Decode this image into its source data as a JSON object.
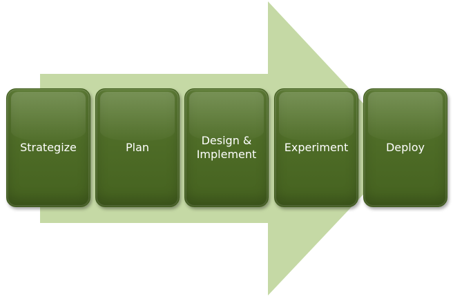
{
  "diagram": {
    "arrow_color": "#c5d9a5",
    "box_color": "#4f6f28",
    "text_color": "#ffffff",
    "steps": [
      {
        "label": "Strategize"
      },
      {
        "label": "Plan"
      },
      {
        "label": "Design &\nImplement"
      },
      {
        "label": "Experiment"
      },
      {
        "label": "Deploy"
      }
    ]
  }
}
